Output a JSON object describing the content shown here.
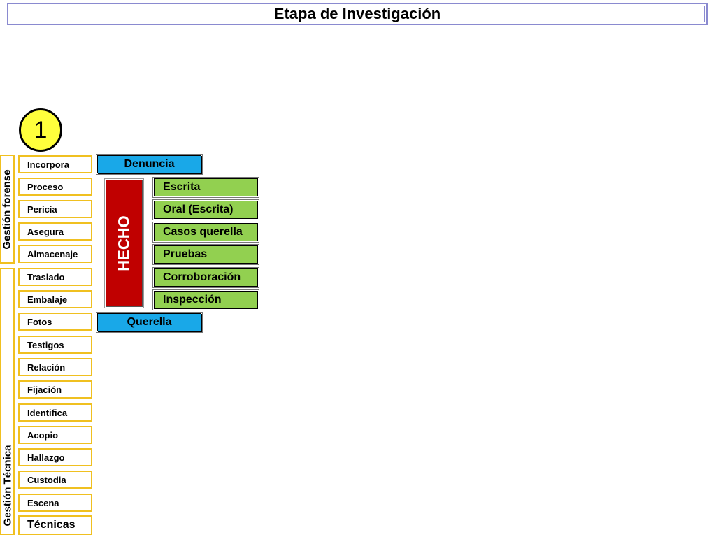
{
  "title": "Etapa de Investigación",
  "step_number": "1",
  "labels": {
    "gestion_forense": "Gestión forense",
    "gestion_tecnica": "Gestión Técnica"
  },
  "tecnicas_items": [
    "Incorpora",
    "Proceso",
    "Pericia",
    "Asegura",
    "Almacenaje",
    "Traslado",
    "Embalaje",
    "Fotos",
    "Testigos",
    "Relación",
    "Fijación",
    "Identifica",
    "Acopio",
    "Hallazgo",
    "Custodia",
    "Escena"
  ],
  "tecnicas_label": "Técnicas",
  "denuncia": "Denuncia",
  "querella": "Querella",
  "hecho": "HECHO",
  "hecho_items": [
    "Escrita",
    "Oral (Escrita)",
    "Casos querella",
    "Pruebas",
    "Corroboración",
    "Inspección"
  ],
  "colors": {
    "yellow_border": "#f0c020",
    "blue": "#19a8e8",
    "red": "#c00000",
    "green": "#92d050",
    "circle": "#ffff3c"
  }
}
